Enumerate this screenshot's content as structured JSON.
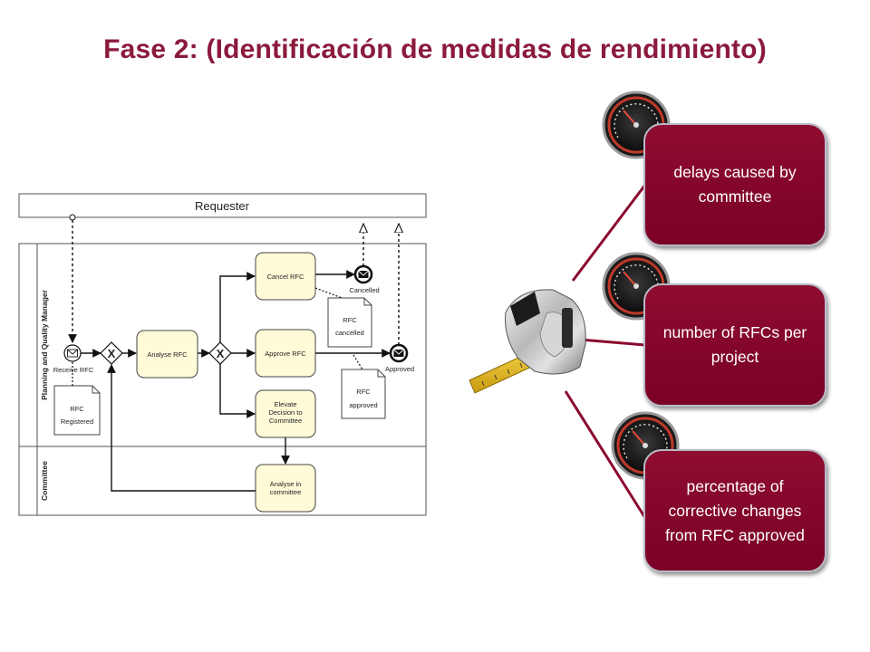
{
  "title": "Fase 2: (Identificación de medidas de rendimiento)",
  "diagram": {
    "lanes": {
      "requester": "Requester",
      "planning": "Planning and Quality Manager",
      "committee": "Committee"
    },
    "tasks": {
      "analyse_rfc": "Analyse RFC",
      "cancel_rfc": "Cancel RFC",
      "approve_rfc": "Approve RFC",
      "elevate": [
        "Elevate",
        "Decision to",
        "Committee"
      ],
      "analyse_committee": [
        "Analyse in",
        "committee"
      ]
    },
    "events": {
      "receive": "Receive RFC",
      "cancelled": "Cancelled",
      "approved": "Approved"
    },
    "data_objects": {
      "registered": [
        "RFC",
        "Registered"
      ],
      "cancelled": [
        "RFC",
        "cancelled"
      ],
      "approved": [
        "RFC",
        "approved"
      ]
    },
    "gateway_symbol": "X"
  },
  "measures": [
    {
      "label": "delays caused by committee"
    },
    {
      "label": "number of RFCs per project"
    },
    {
      "label": "percentage of corrective changes from RFC approved"
    }
  ],
  "colors": {
    "title": "#8b1a3c",
    "box": "#7a0126",
    "task_fill": "#fffbd8"
  },
  "icons": [
    "tape-measure-icon",
    "gauge-icon",
    "envelope-icon"
  ]
}
